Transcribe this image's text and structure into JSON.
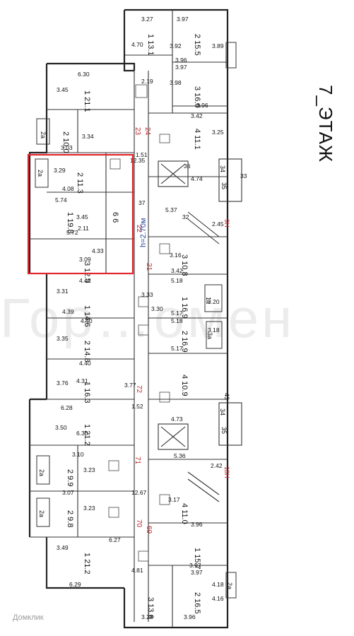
{
  "floor_label": "7_ЭТАЖ",
  "watermark": "Домклик",
  "background_watermark": "Гор…омен",
  "highlight_color": "#e0282f",
  "room_labels": [
    {
      "id": "tr-1",
      "num": "1",
      "area": "13.1"
    },
    {
      "id": "tr-2",
      "num": "2",
      "area": "15.5"
    },
    {
      "id": "tr-3",
      "num": "3",
      "area": "16.0"
    },
    {
      "id": "tr-4",
      "num": "4",
      "area": "11.1"
    },
    {
      "id": "tl-1",
      "num": "1",
      "area": "21.1"
    },
    {
      "id": "tl-2",
      "num": "2",
      "area": "10.0"
    },
    {
      "id": "hl-2",
      "num": "2",
      "area": "11.3"
    },
    {
      "id": "hl-1",
      "num": "1",
      "area": "19.8"
    },
    {
      "id": "hl-3",
      "num": "3",
      "area": "12.5"
    },
    {
      "id": "hl-6",
      "num": "6",
      "area": "6"
    },
    {
      "id": "ml-1",
      "num": "1",
      "area": "14.6"
    },
    {
      "id": "ml-2",
      "num": "2",
      "area": "14.8"
    },
    {
      "id": "ml-3",
      "num": "1",
      "area": "16.3"
    },
    {
      "id": "mr-1",
      "num": "1",
      "area": "16.9"
    },
    {
      "id": "mr-2",
      "num": "2",
      "area": "16.9"
    },
    {
      "id": "mr-3",
      "num": "3",
      "area": "10.8"
    },
    {
      "id": "mr-4",
      "num": "4",
      "area": "10.9"
    },
    {
      "id": "bl-1",
      "num": "1",
      "area": "21.2"
    },
    {
      "id": "bl-2",
      "num": "2",
      "area": "9.9"
    },
    {
      "id": "bl-3",
      "num": "2",
      "area": "9.8"
    },
    {
      "id": "bl-4",
      "num": "1",
      "area": "21.2"
    },
    {
      "id": "br-1",
      "num": "4",
      "area": "11.0"
    },
    {
      "id": "br-2",
      "num": "1",
      "area": "15.7"
    },
    {
      "id": "br-3",
      "num": "2",
      "area": "16.5"
    },
    {
      "id": "br-4",
      "num": "3",
      "area": "13.6"
    }
  ],
  "dims": [
    "3.27",
    "3.97",
    "4.70",
    "3.92",
    "3.89",
    "3.96",
    "3.97",
    "6.30",
    "3.45",
    "3.98",
    "3.96",
    "3.42",
    "3.25",
    "1.51",
    "36",
    "4.74",
    "33",
    "3.29",
    "4.08",
    "5.74",
    "3.45",
    "5.72",
    "3.09",
    "4.33",
    "12.35",
    "37",
    "5.37",
    "32",
    "2.45",
    "3.16",
    "3.42",
    "4.42",
    "3.31",
    "4.39",
    "3.33",
    "5.18",
    "3.30",
    "3.20",
    "5.17",
    "4.40",
    "3.35",
    "5.18",
    "3.18",
    "5.17",
    "4.40",
    "3.76",
    "4.31",
    "3.77",
    "6.28",
    "3.50",
    "6.30",
    "1.52",
    "4.73",
    "3.10",
    "3.23",
    "5.36",
    "2.42",
    "3.07",
    "3.23",
    "12.67",
    "3.17",
    "3.49",
    "6.27",
    "3.96",
    "3.97",
    "4.81",
    "3.97",
    "4.18",
    "4.16",
    "3.28",
    "3.96",
    "6.29",
    "3.03",
    "3.34",
    "2.11",
    "2.19"
  ],
  "corridor_numbers": [
    "23",
    "24",
    "22",
    "21",
    "72",
    "71",
    "70",
    "69"
  ],
  "height_note": "h=2.70м",
  "room_markers": [
    "2a",
    "2a",
    "1a",
    "3a",
    "2a",
    "2a",
    "2a",
    "34",
    "35",
    "34",
    "35",
    "9Н",
    "18Н",
    "43"
  ]
}
